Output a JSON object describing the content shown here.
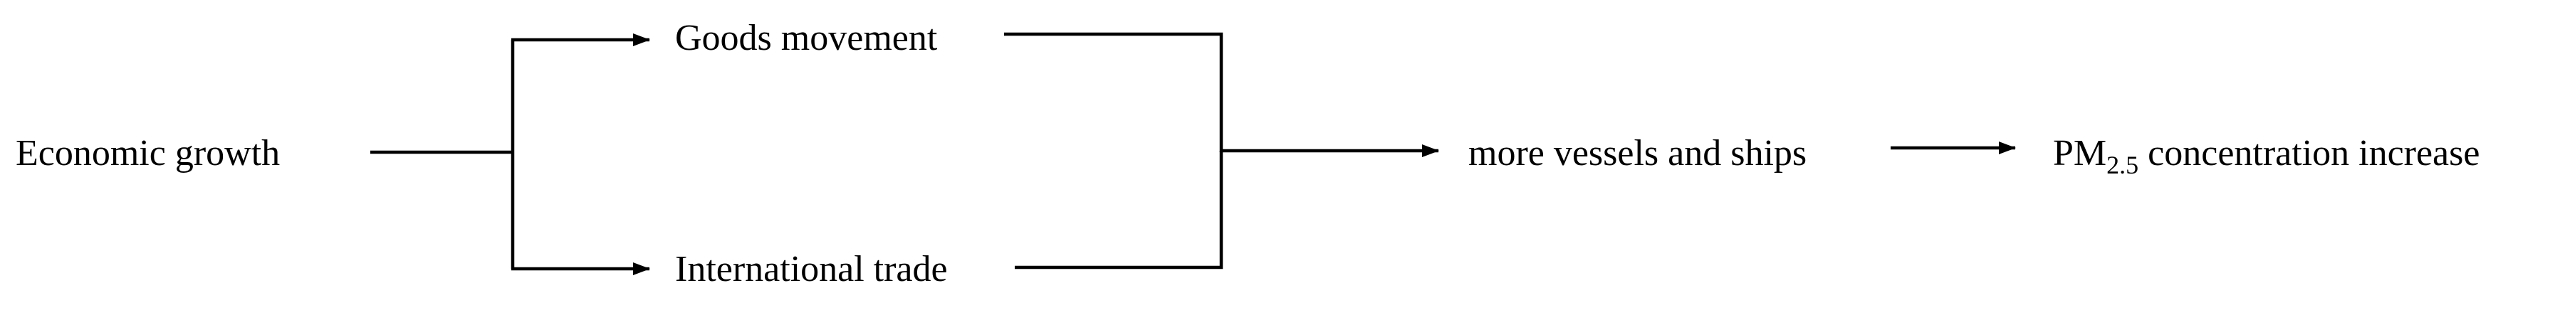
{
  "nodes": {
    "economic_growth": "Economic growth",
    "goods_movement": "Goods movement",
    "international_trade": "International trade",
    "more_vessels": "more vessels and ships",
    "pm_prefix": "PM",
    "pm_subscript": "2.5",
    "pm_suffix": " concentration increase"
  },
  "colors": {
    "text": "#000000",
    "lines": "#000000",
    "background": "#ffffff"
  }
}
